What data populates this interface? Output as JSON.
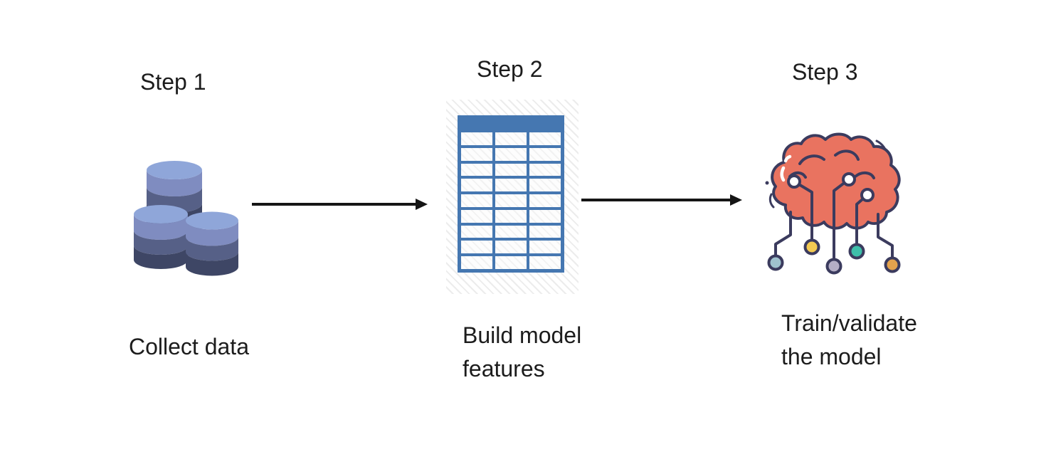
{
  "diagram": {
    "type": "process-flow",
    "steps": [
      {
        "label": "Step 1",
        "caption": "Collect data",
        "icon": "database-icon"
      },
      {
        "label": "Step 2",
        "caption": "Build model\nfeatures",
        "icon": "table-icon"
      },
      {
        "label": "Step 3",
        "caption": "Train/validate\nthe model",
        "icon": "brain-icon"
      }
    ],
    "arrows": [
      {
        "from": "Step 1",
        "to": "Step 2"
      },
      {
        "from": "Step 2",
        "to": "Step 3"
      }
    ],
    "colors": {
      "background": "#ffffff",
      "text": "#1c1c1c",
      "arrow": "#151515",
      "db_top": "#8FA6D9",
      "db_band1": "#7F8CC0",
      "db_band2": "#566087",
      "db_band3": "#3E4665",
      "table_blue": "#4577B1",
      "hatch_gray": "#ECECEC",
      "brain_fill": "#E97360",
      "brain_outline": "#3B3B5E",
      "node_white": "#FFFFFF",
      "node_blue": "#9FC2CE",
      "node_yellow": "#F3CA52",
      "node_lavender": "#B4AEC6",
      "node_teal": "#3EBFAA",
      "node_orange": "#E3A24D"
    }
  }
}
